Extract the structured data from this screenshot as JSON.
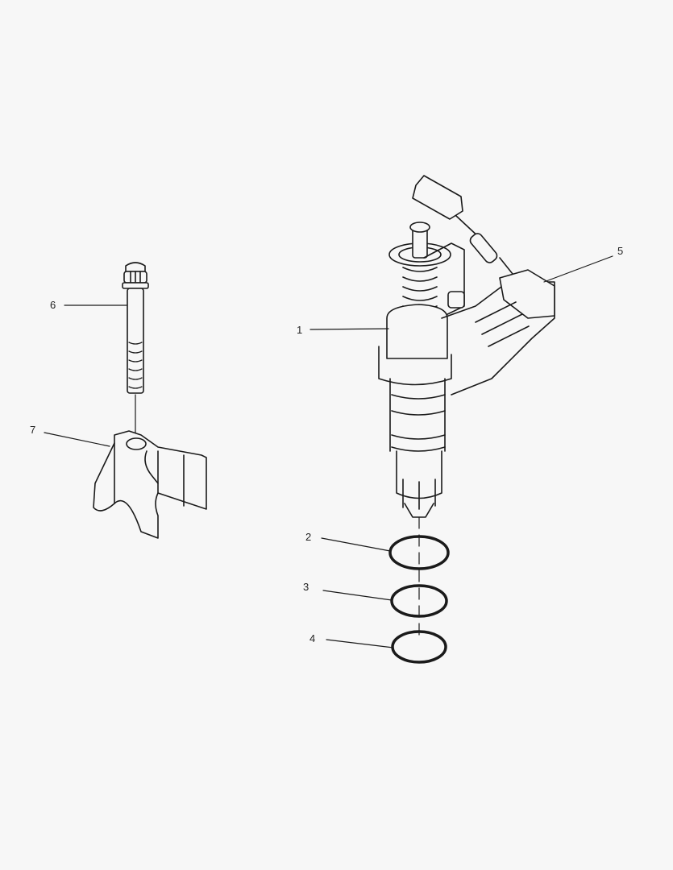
{
  "diagram": {
    "type": "exploded-parts-diagram",
    "subject": "fuel injector assembly",
    "callouts": [
      {
        "id": "1",
        "label": "1",
        "part": "injector body"
      },
      {
        "id": "2",
        "label": "2",
        "part": "o-ring"
      },
      {
        "id": "3",
        "label": "3",
        "part": "o-ring"
      },
      {
        "id": "4",
        "label": "4",
        "part": "o-ring"
      },
      {
        "id": "5",
        "label": "5",
        "part": "electrical connector / solenoid"
      },
      {
        "id": "6",
        "label": "6",
        "part": "bolt"
      },
      {
        "id": "7",
        "label": "7",
        "part": "hold-down clamp"
      }
    ]
  },
  "colors": {
    "background": "#f7f7f7",
    "ink": "#1a1a1a"
  }
}
